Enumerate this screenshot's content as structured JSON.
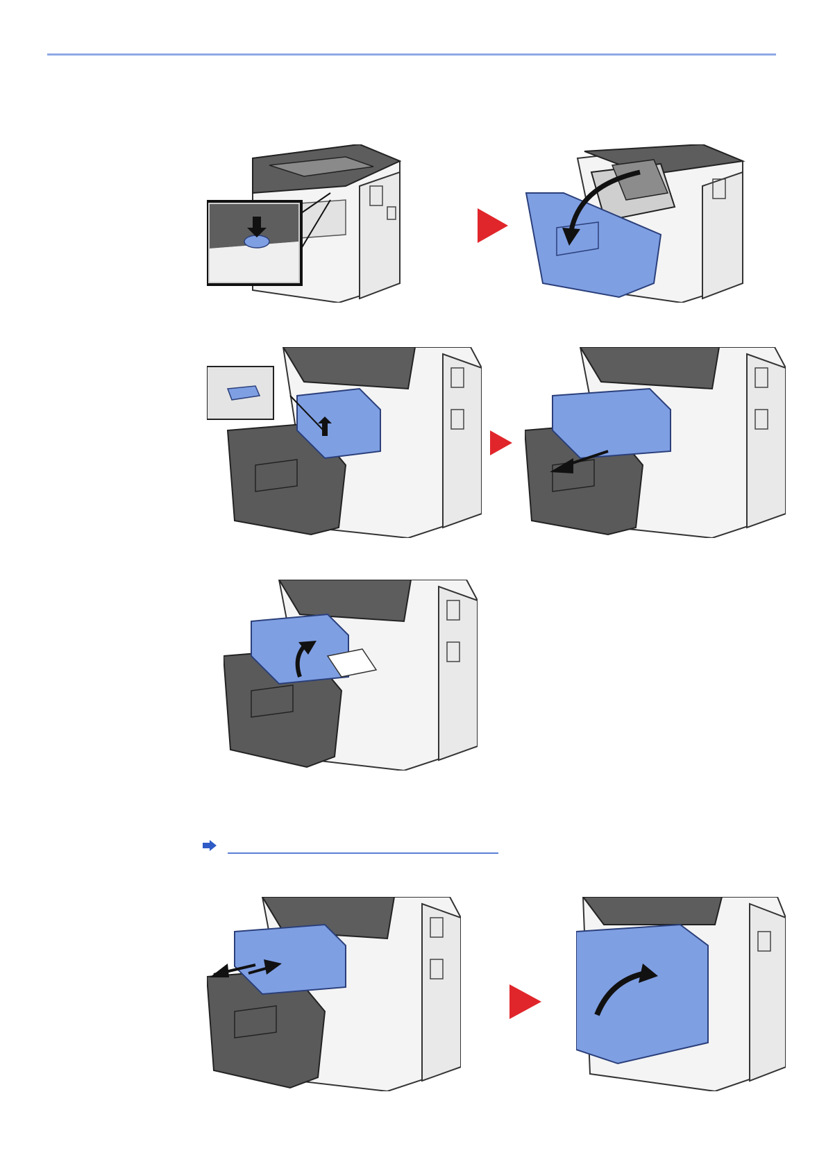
{
  "page": {
    "header_rule_color": "#8ea9e6",
    "accent_blue": "#7f9fe3",
    "step_arrow_color": "#e0262b",
    "link_color": "#2f5bc7"
  },
  "reference": {
    "icon": "blue-arrow-right-icon",
    "link_text": ""
  },
  "figures": [
    {
      "id": "fig1a",
      "caption": "",
      "action": "press-front-cover-release-button"
    },
    {
      "id": "fig1b",
      "caption": "",
      "action": "open-front-cover"
    },
    {
      "id": "fig2a",
      "caption": "",
      "action": "press-release-lever-and-lift-toner"
    },
    {
      "id": "fig2b",
      "caption": "",
      "action": "pull-out-toner-container"
    },
    {
      "id": "fig3",
      "caption": "",
      "action": "lift-drum-unit-out"
    },
    {
      "id": "fig4a",
      "caption": "",
      "action": "push-drum-and-toner-back-in"
    },
    {
      "id": "fig4b",
      "caption": "",
      "action": "close-front-cover"
    }
  ]
}
